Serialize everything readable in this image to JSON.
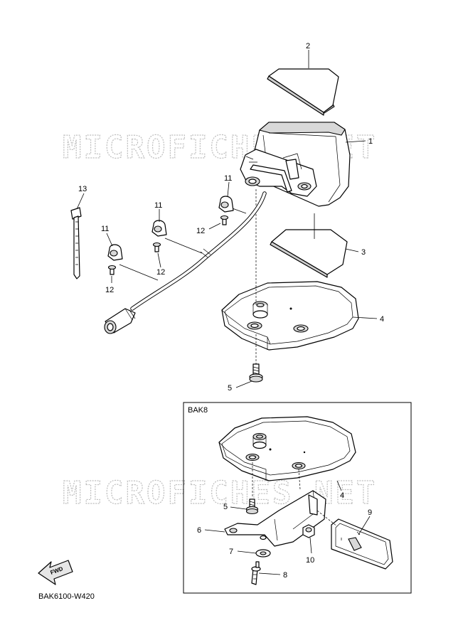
{
  "watermark": {
    "text": "MICROFICHES.NET"
  },
  "diagram": {
    "reference_code": "BAK6100-W420"
  },
  "inset": {
    "label": "BAK8"
  },
  "fwd_badge": {
    "text": "FWD"
  },
  "callouts": {
    "p1": "1",
    "p2": "2",
    "p3": "3",
    "p4": "4",
    "p5": "5",
    "p11a": "11",
    "p11b": "11",
    "p11c": "11",
    "p12a": "12",
    "p12b": "12",
    "p12c": "12",
    "p13": "13",
    "i4": "4",
    "i5": "5",
    "i6": "6",
    "i7": "7",
    "i8": "8",
    "i9": "9",
    "i10": "10"
  }
}
